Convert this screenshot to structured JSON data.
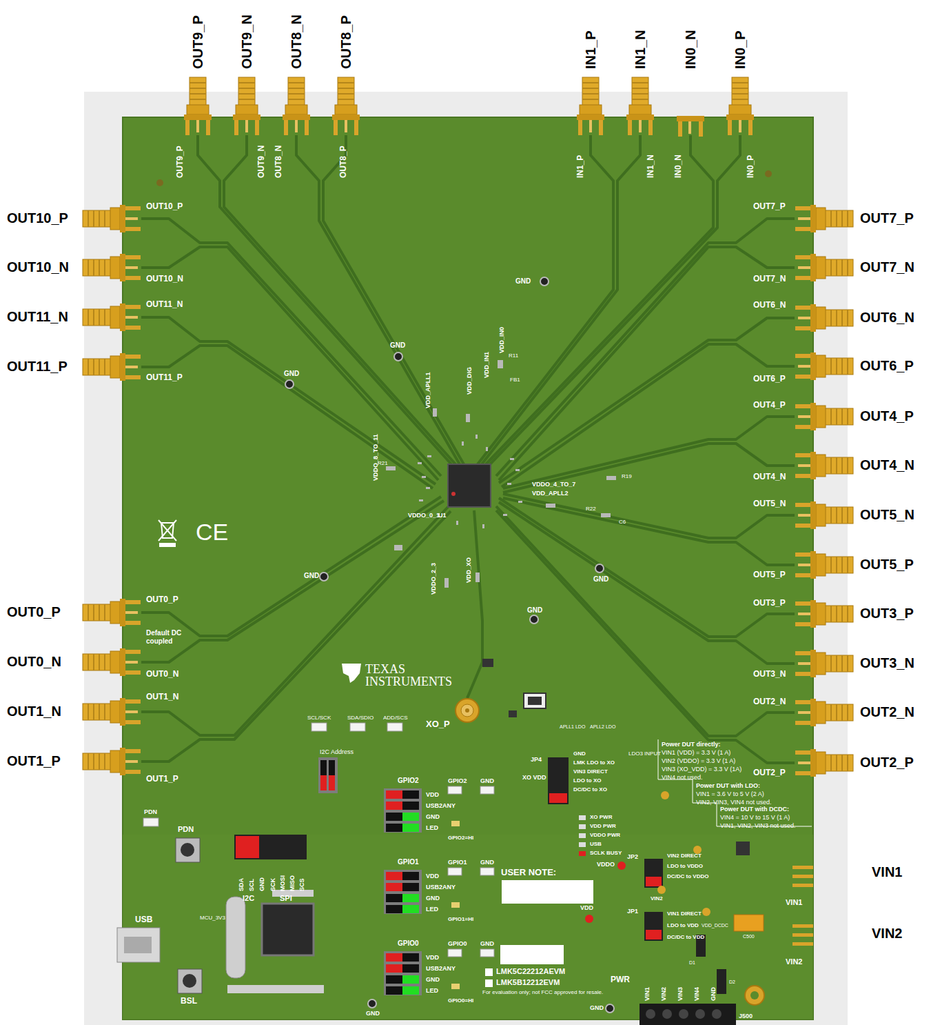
{
  "diagram": {
    "labels": [
      "OUT9_P",
      "OUT9_N",
      "OUT8_N",
      "OUT8_P",
      "IN1_P",
      "IN1_N",
      "IN0_N",
      "IN0_P",
      "OUT10_P",
      "OUT10_N",
      "OUT11_N",
      "OUT11_P",
      "OUT0_P",
      "OUT0_N",
      "OUT1_N",
      "OUT1_P",
      "OUT7_P",
      "OUT7_N",
      "OUT6_N",
      "OUT6_P",
      "OUT4_P",
      "OUT4_N",
      "OUT5_N",
      "OUT5_P",
      "OUT3_P",
      "OUT3_N",
      "OUT2_N",
      "OUT2_P",
      "VIN1",
      "VIN2",
      "OUT9_P",
      "OUT9_N",
      "OUT8_N",
      "OUT8_P",
      "IN1_P",
      "IN1_N",
      "IN0_N",
      "IN0_P",
      "OUT10_P",
      "OUT10_N",
      "OUT11_N",
      "OUT11_P",
      "OUT0_P",
      "OUT0_N",
      "OUT1_N",
      "OUT1_P",
      "Default DC coupled",
      "OUT7_P",
      "OUT7_N",
      "OUT6_N",
      "OUT6_P",
      "OUT4_P",
      "OUT4_N",
      "OUT5_N",
      "OUT5_P",
      "OUT3_P",
      "OUT3_N",
      "OUT2_N",
      "OUT2_P",
      "GND",
      "GND",
      "GND",
      "GND",
      "GND",
      "GND",
      "VDD_IN1",
      "VDD_IN0",
      "VDD_DIG",
      "VDD_APLL1",
      "VDDO_8_TO_11",
      "VDDO_4_TO_7",
      "VDD_APLL2",
      "VDDO_0_1",
      "VDDO_2_3",
      "VDD_XO",
      "U1",
      "R19",
      "C6",
      "R22",
      "R11",
      "R21",
      "FB1",
      "TEXAS",
      "INSTRUMENTS",
      "XO_P",
      "SCL/SCK",
      "SDA/SDIO",
      "ADD/SCS",
      "I2C Address",
      "GPIO2",
      "VDD",
      "USB2ANY",
      "GND",
      "LED",
      "GPIO2=HI",
      "GPIO2",
      "GND",
      "GPIO1",
      "VDD",
      "USB2ANY",
      "GND",
      "LED",
      "GPIO1=HI",
      "GPIO1",
      "GND",
      "GPIO0",
      "VDD",
      "USB2ANY",
      "GND",
      "LED",
      "GPIO0=HI",
      "GPIO0",
      "GND",
      "PDN",
      "PDN",
      "SDA",
      "SCL",
      "GND",
      "SCK",
      "MOSI",
      "MISO",
      "SCS",
      "I2C",
      "SPI",
      "MCU_3V3",
      "USB",
      "BSL",
      "GND",
      "USER NOTE:",
      "LMK5C22212AEVM",
      "LMK5B12212EVM",
      "For evaluation only; not FCC approved for resale.",
      "PWR",
      "VIN1",
      "VIN2",
      "VIN3",
      "VIN4",
      "GND",
      "J500",
      "GND",
      "JP4",
      "XO VDD",
      "GND",
      "LMK LDO to XO",
      "VIN3 DIRECT",
      "LDO to XO",
      "DC/DC to XO",
      "APLL1 LDO",
      "APLL2 LDO",
      "LDO3 INPUT",
      "Power DUT directly:",
      "VIN1 (VDD) = 3.3 V (1 A)",
      "VIN2 (VDDO) = 3.3 V (1 A)",
      "VIN3 (XO_VDD) = 3.3 V (1A)",
      "VIN4 not used.",
      "Power DUT with LDO:",
      "VIN1 = 3.6 V to 5 V (2 A)",
      "VIN2, VIN3, VIN4 not used.",
      "Power DUT with DCDC:",
      "VIN4 = 10 V to 15 V (1 A)",
      "VIN1, VIN2, VIN3 not used.",
      "XO PWR",
      "VDD PWR",
      "VDDO PWR",
      "USB",
      "SCLK BUSY",
      "VDDO",
      "JP2",
      "VIN2 DIRECT",
      "LDO to VDDO",
      "DC/DC to VDDO",
      "VIN2",
      "VDD",
      "JP1",
      "VIN1 DIRECT",
      "LDO to VDD",
      "DC/DC to VDD",
      "VIN1",
      "VIN2",
      "VDD_DCDC",
      "C500",
      "D1",
      "D2",
      "CE"
    ]
  }
}
